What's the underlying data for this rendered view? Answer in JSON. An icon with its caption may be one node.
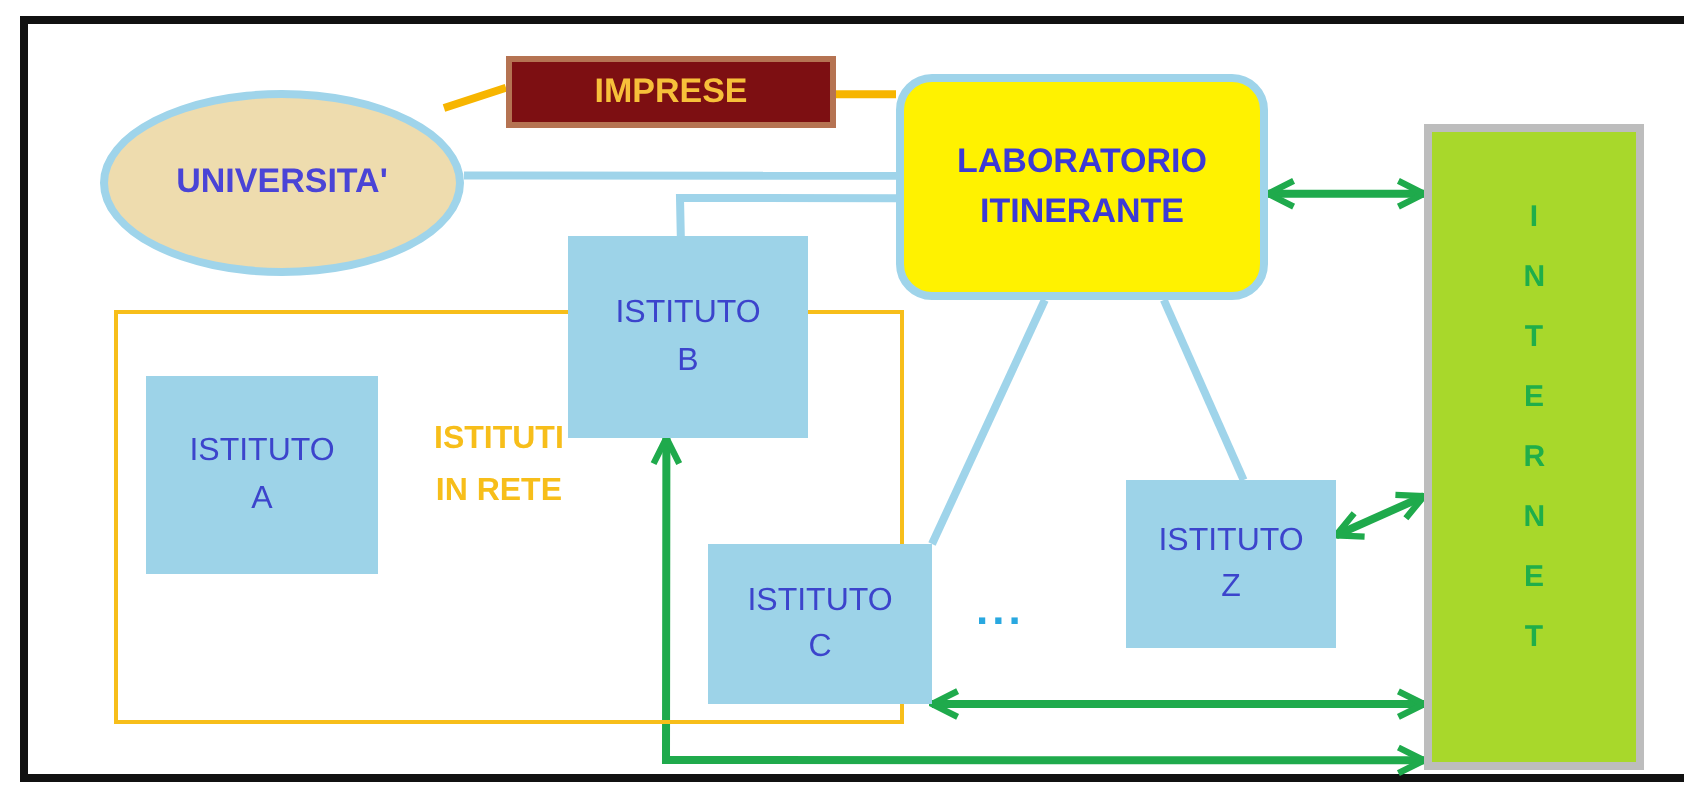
{
  "diagram": {
    "nodes": [
      {
        "text": [
          "UNIVERSITA'"
        ]
      },
      {
        "text": [
          "IMPRESE"
        ]
      },
      {
        "text": [
          "LABORATORIO ITINERANTE"
        ]
      },
      {
        "text": [
          "INTERNET"
        ]
      },
      {
        "text": [
          "ISTITUTI IN RETE"
        ]
      },
      {
        "text": [
          "ISTITUTO B"
        ]
      },
      {
        "text": [
          "ISTITUTO A"
        ],
        "in": 4
      },
      {
        "text": [
          "ISTITUTO C"
        ]
      },
      {
        "text": [
          "ISTITUTO Z"
        ]
      }
    ],
    "edges": [
      {
        "from": 0,
        "to": 1,
        "arrow": "none",
        "color": "#f7b500"
      },
      {
        "from": 1,
        "to": 2,
        "arrow": "none",
        "color": "#f7b500"
      },
      {
        "from": 0,
        "to": 2,
        "arrow": "none",
        "color": "#9fd4ea"
      },
      {
        "from": 2,
        "to": 5,
        "arrow": "none",
        "color": "#9fd4ea"
      },
      {
        "from": 2,
        "to": 7,
        "arrow": "none",
        "color": "#9fd4ea"
      },
      {
        "from": 2,
        "to": 8,
        "arrow": "none",
        "color": "#9fd4ea"
      },
      {
        "from": 2,
        "to": 3,
        "arrow": "both",
        "color": "#1faa4c"
      },
      {
        "from": 8,
        "to": 3,
        "arrow": "both",
        "color": "#1faa4c"
      },
      {
        "from": 7,
        "to": 3,
        "arrow": "both",
        "color": "#1faa4c"
      },
      {
        "from": 3,
        "to": 5,
        "arrow": "both",
        "color": "#1faa4c"
      }
    ],
    "labels": [
      "..."
    ]
  }
}
